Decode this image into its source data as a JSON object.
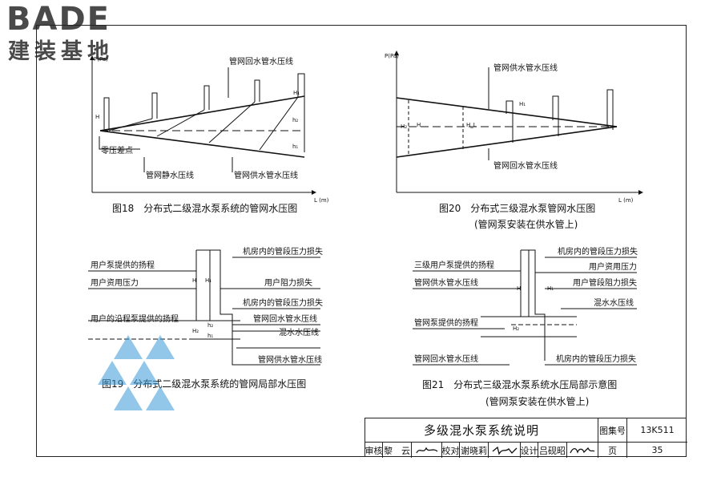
{
  "logo": {
    "main": "BADE",
    "sub": "建装基地"
  },
  "fig18": {
    "caption": "图18　分布式二级混水泵系统的管网水压图",
    "axis_y": "P(Pa)",
    "axis_x": "L (m)",
    "labels": {
      "return": "管网回水管水压线",
      "zero": "零压差点",
      "static": "管网静水压线",
      "supply": "管网供水管水压线",
      "H": "H",
      "H1": "H₁",
      "h1": "h₁",
      "h2": "h₂"
    }
  },
  "fig20": {
    "caption": "图20　分布式三级混水泵管网水压图",
    "subcaption": "(管网泵安装在供水管上)",
    "axis_y": "P(Pa)",
    "axis_x": "L (m)",
    "labels": {
      "supply": "管网供水管水压线",
      "return": "管网回水管水压线",
      "H": "H",
      "H1": "H₁",
      "H2": "H₂",
      "HL": "H_L"
    }
  },
  "fig19": {
    "caption": "图19　分布式二级混水泵系统的管网局部水压图",
    "left_labels": [
      "用户泵提供的扬程",
      "用户资用压力",
      "用户的沿程泵提供的扬程"
    ],
    "right_labels": [
      "机房内的管段压力损失",
      "用户阻力损失",
      "机房内的管段压力损失",
      "管网回水管水压线",
      "混水水压线",
      "管网供水管水压线"
    ],
    "dims": {
      "H": "H",
      "H1": "H₁",
      "H2": "H₂",
      "h1": "h₁",
      "h2": "h₂"
    }
  },
  "fig21": {
    "caption": "图21　分布式三级混水泵系统水压局部示意图",
    "subcaption": "(管网泵安装在供水管上)",
    "left_labels": [
      "三级用户泵提供的扬程",
      "管网供水管水压线",
      "管网泵提供的扬程",
      "管网回水管水压线"
    ],
    "right_labels": [
      "机房内的管段压力损失",
      "用户资用压力",
      "用户管段阻力损失",
      "混水水压线",
      "机房内的管段压力损失"
    ],
    "dims": {
      "H": "H",
      "H1": "H₁",
      "H2": "H₂"
    }
  },
  "titleblock": {
    "title": "多级混水泵系统说明",
    "atlas_label": "图集号",
    "atlas_no": "13K511",
    "review_label": "审核",
    "reviewer": "黎　云",
    "check_label": "校对",
    "checker": "谢晓莉",
    "design_label": "设计",
    "designer": "吕砚昭",
    "page_label": "页",
    "page_no": "35"
  }
}
